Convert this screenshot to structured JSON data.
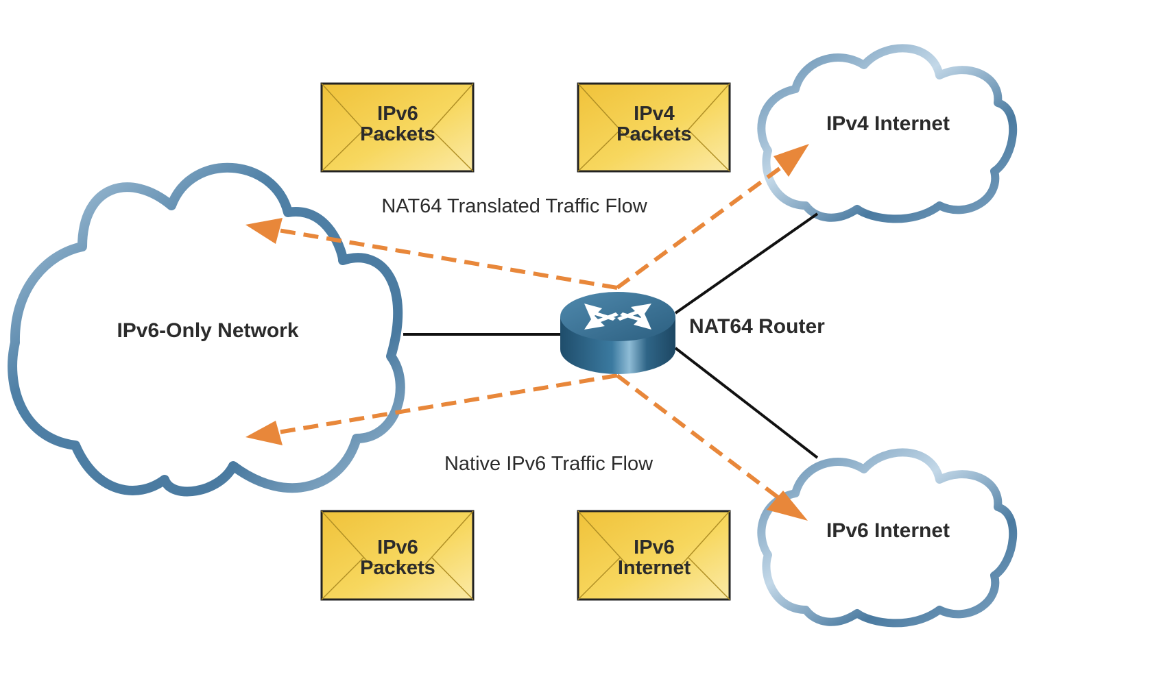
{
  "clouds": {
    "ipv6_only": "IPv6-Only Network",
    "ipv4_internet": "IPv4 Internet",
    "ipv6_internet": "IPv6 Internet"
  },
  "router": {
    "label": "NAT64 Router"
  },
  "flows": {
    "translated": "NAT64 Translated Traffic Flow",
    "native": "Native IPv6 Traffic Flow"
  },
  "envelopes": {
    "top_left": {
      "line1": "IPv6",
      "line2": "Packets"
    },
    "top_right": {
      "line1": "IPv4",
      "line2": "Packets"
    },
    "bottom_left": {
      "line1": "IPv6",
      "line2": "Packets"
    },
    "bottom_right": {
      "line1": "IPv6",
      "line2": "Internet"
    }
  },
  "colors": {
    "cloud_stroke": "#4a7aa0",
    "cloud_stroke_light": "#c3d8e8",
    "flow_arrow": "#e8873a",
    "link": "#111111",
    "envelope_fill": "#f3cc45",
    "router": "#2f6587"
  }
}
